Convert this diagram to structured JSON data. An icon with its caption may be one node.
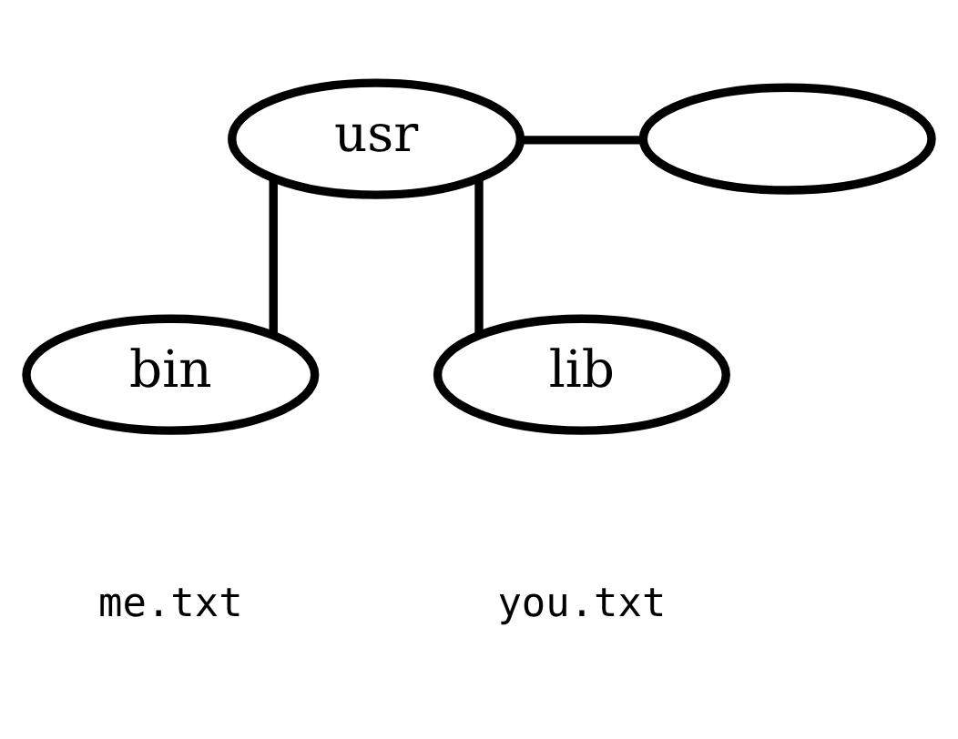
{
  "diagram": {
    "nodes": [
      {
        "text": [
          "usr"
        ]
      },
      {
        "text": [],
        "shape": "ellipse"
      },
      {
        "text": [
          "bin"
        ]
      },
      {
        "text": [
          "lib"
        ]
      }
    ],
    "edges": [
      {
        "from": 0,
        "to": 1,
        "arrow": "none"
      },
      {
        "from": 0,
        "to": 2,
        "arrow": "none"
      },
      {
        "from": 0,
        "to": 3,
        "arrow": "none"
      }
    ],
    "labels": [
      "me.txt",
      "you.txt"
    ]
  }
}
